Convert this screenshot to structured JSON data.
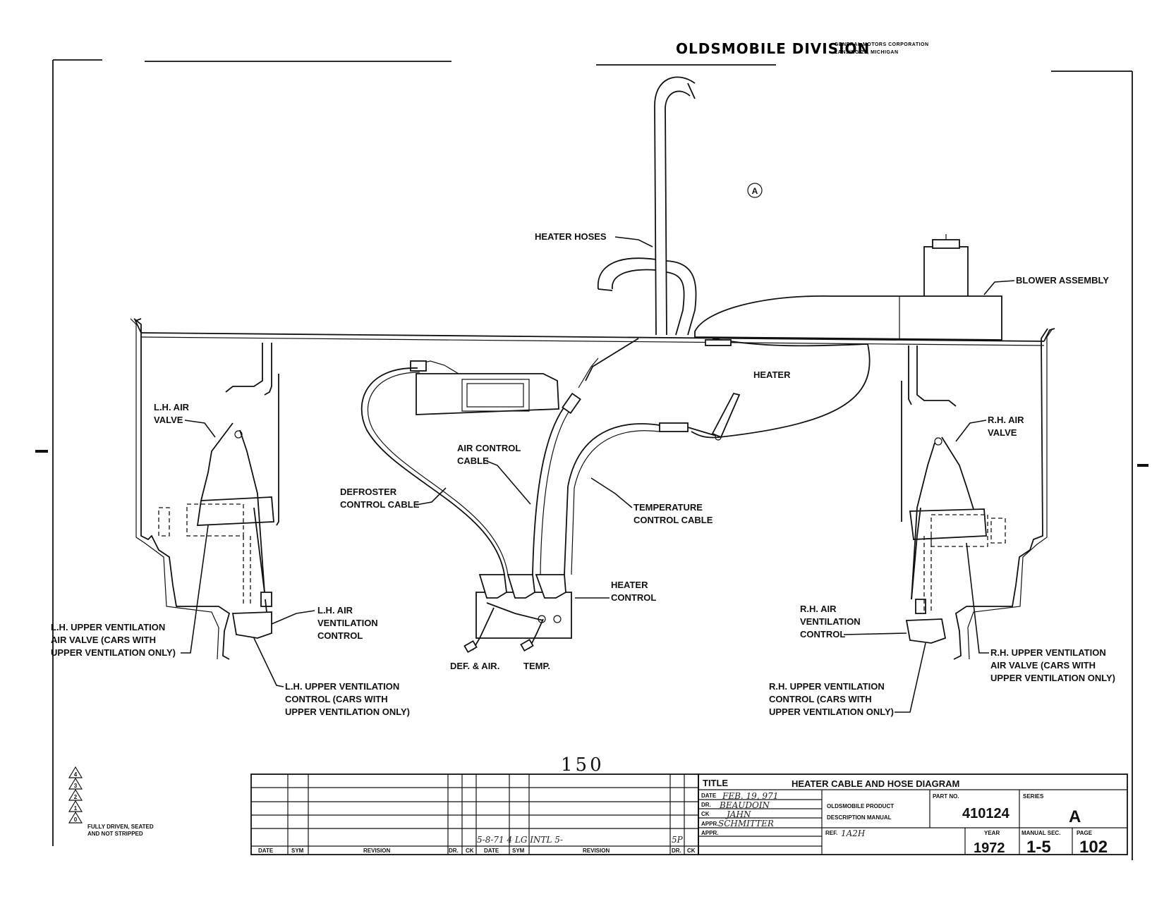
{
  "header": {
    "division": "OLDSMOBILE DIVISION",
    "corp_line1": "GENERAL MOTORS CORPORATION",
    "corp_line2": "LANSING 21, MICHIGAN"
  },
  "view_marker": "A",
  "labels": {
    "heater_hoses": "HEATER HOSES",
    "blower_assembly": "BLOWER ASSEMBLY",
    "heater": "HEATER",
    "lh_air_valve": [
      "L.H. AIR",
      "VALVE"
    ],
    "rh_air_valve": [
      "R.H. AIR",
      "VALVE"
    ],
    "air_control_cable": [
      "AIR CONTROL",
      "CABLE"
    ],
    "defroster_control_cable": [
      "DEFROSTER",
      "CONTROL CABLE"
    ],
    "temperature_control_cable": [
      "TEMPERATURE",
      "CONTROL CABLE"
    ],
    "heater_control": [
      "HEATER",
      "CONTROL"
    ],
    "def_air": "DEF. & AIR.",
    "temp": "TEMP.",
    "lh_upper_vent_valve": [
      "L.H. UPPER VENTILATION",
      "AIR VALVE (CARS WITH",
      "UPPER VENTILATION ONLY)"
    ],
    "lh_air_vent_control": [
      "L.H. AIR",
      "VENTILATION",
      "CONTROL"
    ],
    "lh_upper_vent_control": [
      "L.H. UPPER VENTILATION",
      "CONTROL (CARS WITH",
      "UPPER VENTILATION ONLY)"
    ],
    "rh_air_vent_control": [
      "R.H. AIR",
      "VENTILATION",
      "CONTROL"
    ],
    "rh_upper_vent_valve": [
      "R.H. UPPER VENTILATION",
      "AIR VALVE (CARS WITH",
      "UPPER VENTILATION ONLY)"
    ],
    "rh_upper_vent_control": [
      "R.H. UPPER VENTILATION",
      "CONTROL (CARS WITH",
      "UPPER VENTILATION ONLY)"
    ]
  },
  "page_number": "150",
  "legend": {
    "markers": [
      "4",
      "3",
      "2",
      "1",
      "0"
    ],
    "note_line1": "FULLY DRIVEN, SEATED",
    "note_line2": "AND NOT STRIPPED"
  },
  "revision_block": {
    "col_date": "DATE",
    "col_sym": "SYM",
    "col_revision": "REVISION",
    "col_dr": "DR.",
    "col_ck": "CK",
    "col_date2": "DATE",
    "col_sym2": "SYM",
    "col_revision2": "REVISION",
    "col_dr2": "DR.",
    "col_ck2": "CK",
    "handwritten_entry": "5-8-71 4 LG INTL 5-",
    "handwritten_initials": "5P"
  },
  "title_block": {
    "title_label": "TITLE",
    "title": "HEATER CABLE AND HOSE DIAGRAM",
    "date_label": "DATE",
    "date_value": "FEB. 19, 971",
    "dr_label": "DR.",
    "dr_value": "BEAUDOIN",
    "ck_label": "CK",
    "ck_value": "JAHN",
    "appr_label": "APPR.",
    "appr_value": "SCHMITTER",
    "appr2_label": "APPR.",
    "manual_line1": "OLDSMOBILE PRODUCT",
    "manual_line2": "DESCRIPTION MANUAL",
    "part_label": "PART NO.",
    "part_no": "410124",
    "series_label": "SERIES",
    "series": "A",
    "ref_label": "REF.",
    "ref_value": "1A2H",
    "year_label": "YEAR",
    "year": "1972",
    "manual_sec_label": "MANUAL SEC.",
    "manual_sec": "1-5",
    "page_label": "PAGE",
    "page": "102"
  }
}
